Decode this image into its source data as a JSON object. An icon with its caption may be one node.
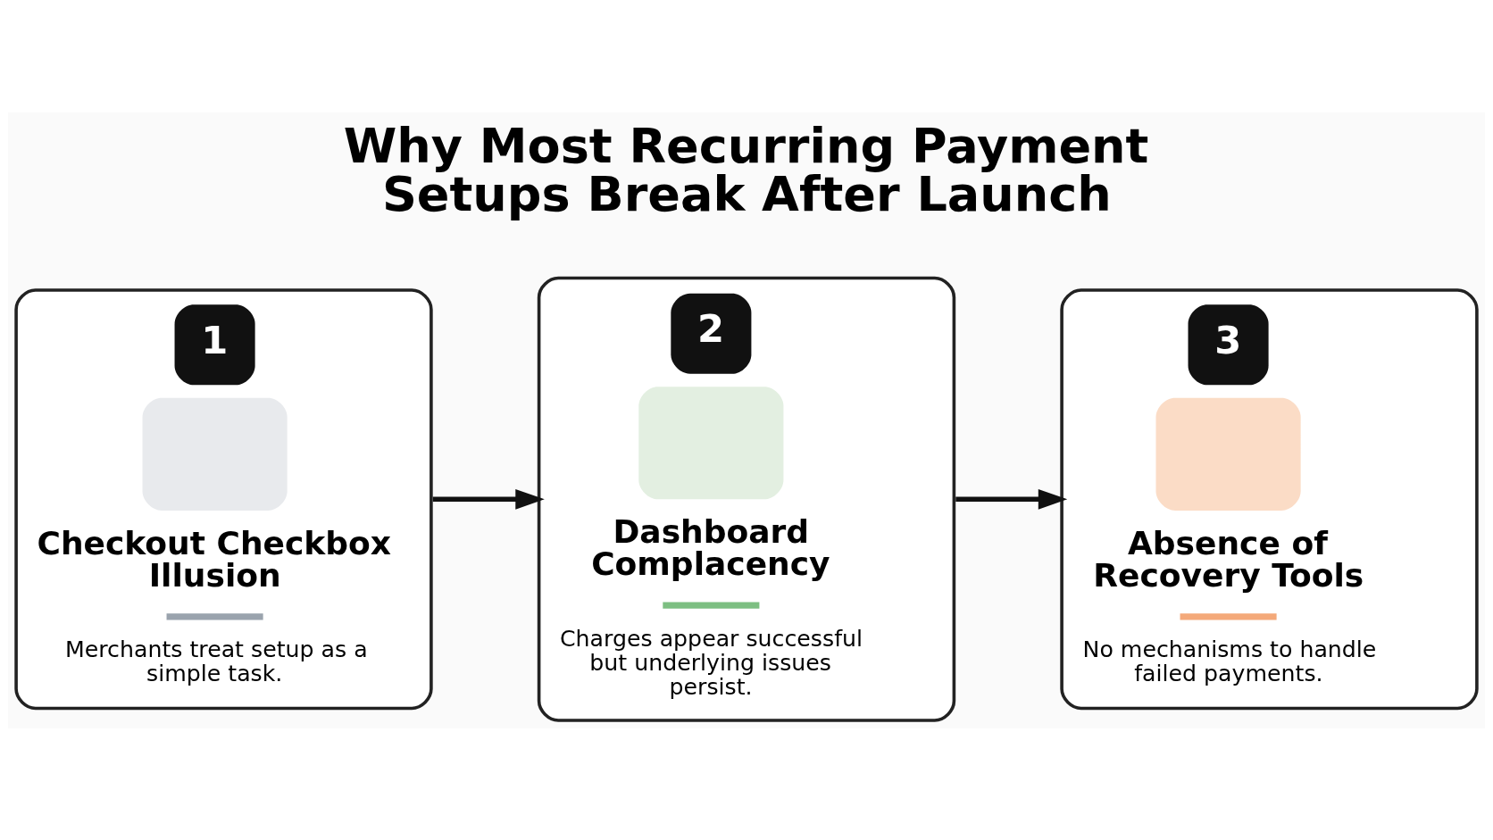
{
  "diagram": {
    "title": "Why Most Recurring Payment Setups Break After Launch",
    "nodes": [
      {
        "text": [
          "1",
          "Checkout Checkbox Illusion",
          "Merchants treat setup as a simple task."
        ]
      },
      {
        "text": [
          "2",
          "Dashboard Complacency",
          "Charges appear successful but underlying issues persist."
        ]
      },
      {
        "text": [
          "3",
          "Absence of Recovery Tools",
          "No mechanisms to handle failed payments."
        ]
      }
    ],
    "edges": [
      {
        "from": 0,
        "to": 1,
        "arrow": "to"
      },
      {
        "from": 1,
        "to": 2,
        "arrow": "to"
      }
    ]
  }
}
